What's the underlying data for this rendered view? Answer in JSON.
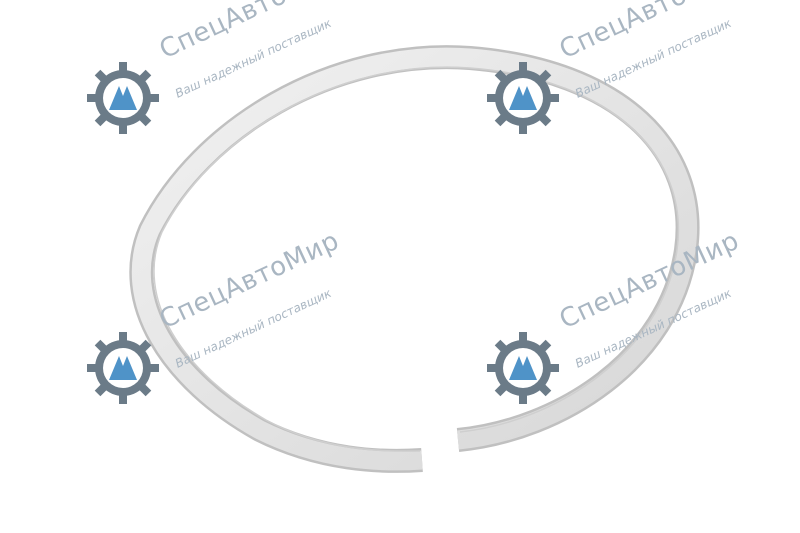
{
  "image": {
    "subject": "retaining ring",
    "colors": {
      "ring_fill": "#e6e6e6",
      "ring_edge": "#c7c7c7",
      "ring_shadow": "#b5b5b5"
    }
  },
  "watermark": {
    "brand": "СпецАвтоМир",
    "slogan": "Ваш надежный поставщик",
    "colors": {
      "text": "#a9b6c2",
      "gear": "#6b7b88",
      "mark": "#4f93c8"
    }
  }
}
